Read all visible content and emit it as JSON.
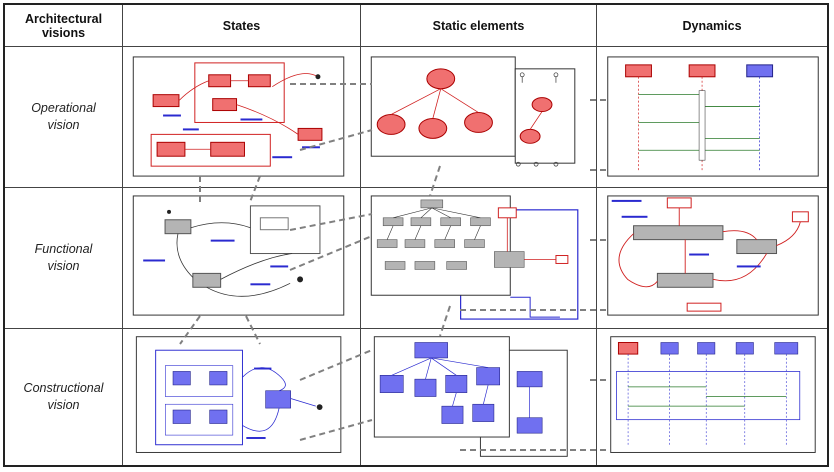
{
  "headers": {
    "col0": [
      "Architectural",
      "visions"
    ],
    "col1": "States",
    "col2": "Static elements",
    "col3": "Dynamics"
  },
  "rows": [
    {
      "label": [
        "Operational",
        "vision"
      ]
    },
    {
      "label": [
        "Functional",
        "vision"
      ]
    },
    {
      "label": [
        "Constructional",
        "vision"
      ]
    }
  ],
  "colors": {
    "operational": "#f07070",
    "functional": "#b4b4b4",
    "constructional": "#7070f0",
    "link_blue": "#2a2ad0",
    "link_red": "#d02020",
    "dashed_arrow": "#808080"
  }
}
